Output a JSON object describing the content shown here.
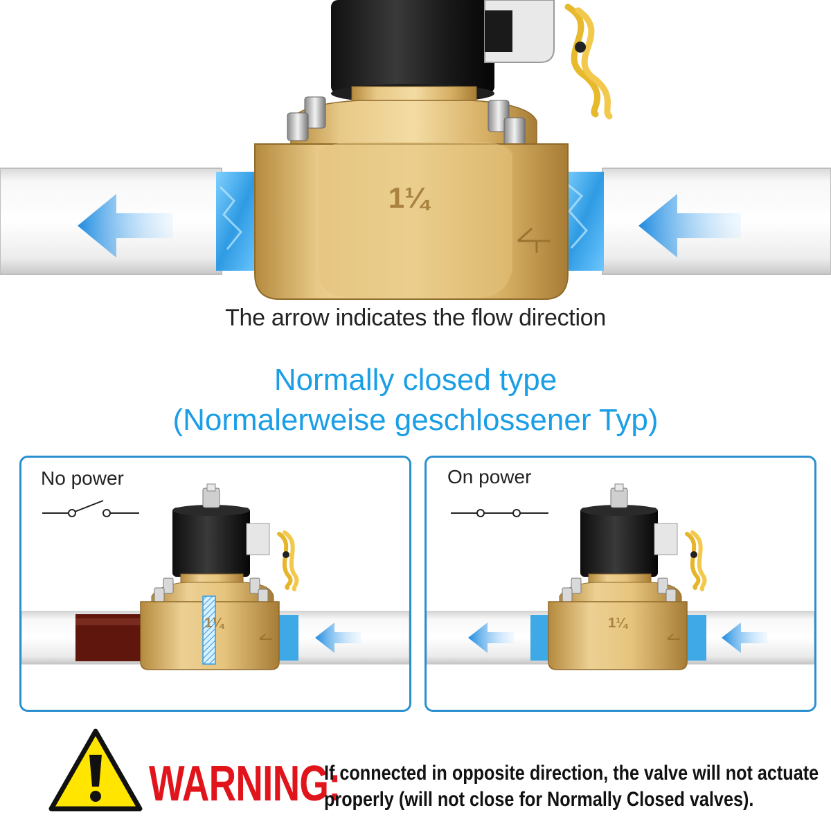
{
  "hero": {
    "size_mark": "1¼",
    "caption": "The arrow indicates the flow direction"
  },
  "type_title": {
    "line1": "Normally closed type",
    "line2": "(Normalerweise geschlossener Typ)"
  },
  "panels": [
    {
      "label": "No power",
      "size_mark": "1¼",
      "state": "closed"
    },
    {
      "label": "On power",
      "size_mark": "1¼",
      "state": "open"
    }
  ],
  "warning": {
    "word": "WARNING:",
    "line1": "If connected in opposite direction, the valve will not actuate",
    "line2": "properly (will not close for Normally Closed valves)."
  },
  "colors": {
    "accent_blue": "#1a9ee6",
    "panel_border": "#2a8fd0",
    "warning_red": "#e1141c",
    "warning_yellow": "#ffe500",
    "brass": "#d7b46a",
    "water_blue": "#3fa9e8",
    "blocked_flow": "#6b1a10"
  }
}
